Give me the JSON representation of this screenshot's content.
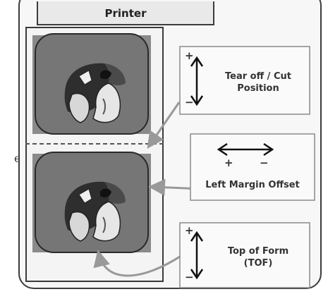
{
  "stray_text": "e",
  "tab": {
    "title": "Printer"
  },
  "tear_off": {
    "label_line1": "Tear off / Cut",
    "label_line2": "Position",
    "plus": "+",
    "minus": "−"
  },
  "left_margin": {
    "label": "Left Margin Offset",
    "plus": "+",
    "minus": "−"
  },
  "tof": {
    "label_line1": "Top of Form",
    "label_line2": "(TOF)",
    "plus": "+",
    "minus": "−"
  },
  "colors": {
    "tile": "#777777",
    "arrow": "#999999",
    "frame": "#3a3a3a"
  },
  "icons": [
    "tape-roll-icon",
    "double-arrow-vertical-icon",
    "double-arrow-horizontal-icon"
  ]
}
